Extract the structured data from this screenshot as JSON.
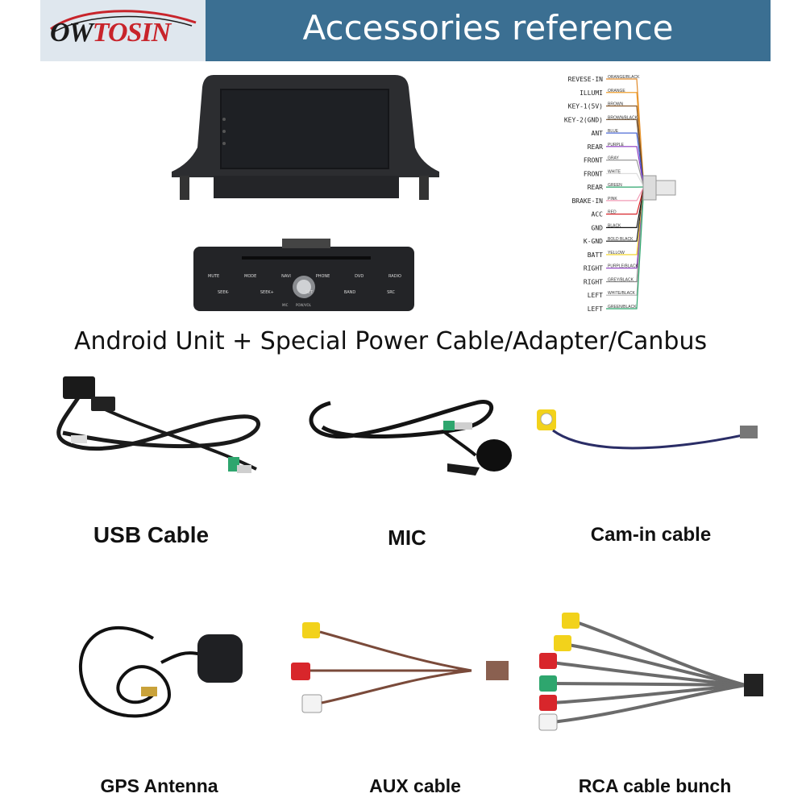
{
  "header": {
    "brand_prefix": "OW",
    "brand_suffix": "TOSIN",
    "title": "Accessories reference"
  },
  "unit_caption": "Android Unit + Special Power Cable/Adapter/Canbus",
  "wiring": {
    "labels": [
      "REVESE-IN",
      "ILLUMI",
      "KEY-1(5V)",
      "KEY-2(GND)",
      "ANT",
      "REAR",
      "FRONT",
      "FRONT",
      "REAR",
      "BRAKE-IN",
      "ACC",
      "GND",
      "K-GND",
      "BATT",
      "RIGHT",
      "RIGHT",
      "LEFT",
      "LEFT"
    ],
    "colors": [
      "ORANGE/BLACK",
      "ORANGE",
      "BROWN",
      "BROWN/BLACK",
      "BLUE",
      "PURPLE",
      "GRAY",
      "WHITE",
      "GREEN",
      "PINK",
      "RED",
      "BLACK",
      "BOLD BLACK",
      "YELLOW",
      "PURPLE/BLACK",
      "GREY/BLACK",
      "WHITE/BLACK",
      "GREEN/BLACK"
    ]
  },
  "panel": {
    "buttons_row1": [
      "MUTE",
      "MODE",
      "NAVI",
      "PHONE",
      "DVD",
      "RADIO"
    ],
    "buttons_row2": [
      "SEEK-",
      "SEEK+",
      "SET",
      "BAND",
      "SRC"
    ],
    "knob_label": "POW/VOL",
    "mic_label": "MIC"
  },
  "accessories": {
    "usb": "USB Cable",
    "mic": "MIC",
    "cam": "Cam-in cable",
    "gps": "GPS Antenna",
    "aux": "AUX cable",
    "rca": "RCA cable bunch"
  },
  "colors": {
    "header_bg": "#3b6f92",
    "logo_bg": "#dfe7ee",
    "logo_red": "#c8242b",
    "rca_yellow": "#f2d21b",
    "rca_red": "#d8262b",
    "rca_white": "#f3f3f3",
    "rca_green": "#2ea66e"
  }
}
